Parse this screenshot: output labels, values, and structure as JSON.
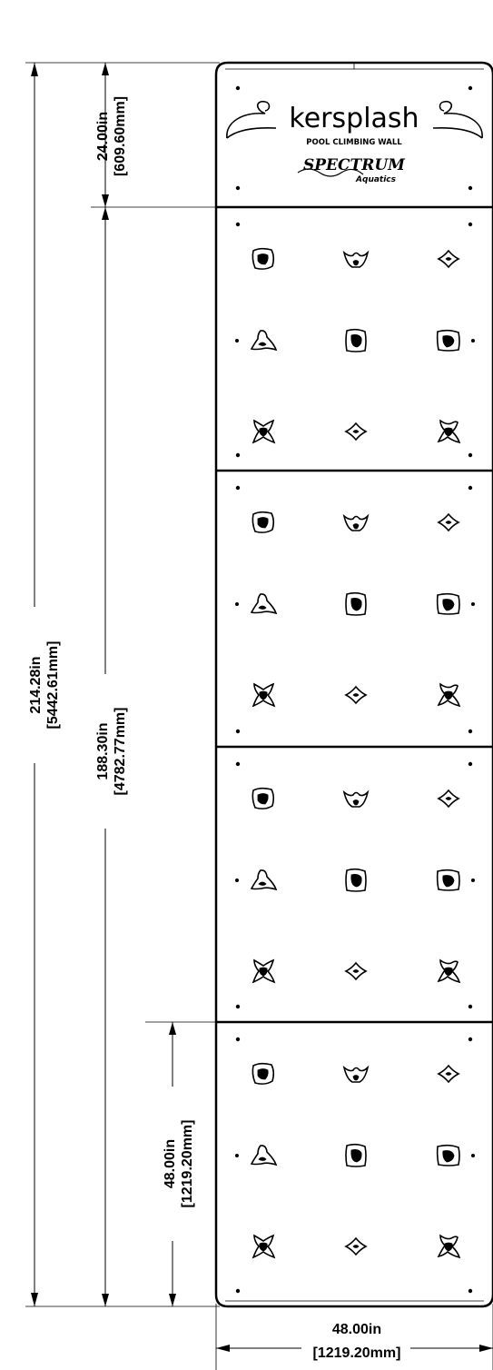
{
  "logo": {
    "brand_name": "kersplash",
    "product_line": "POOL CLIMBING WALL",
    "maker_name": "SPECTRUM",
    "maker_sub": "Aquatics"
  },
  "dimensions": {
    "overall_height": {
      "imperial": "214.28in",
      "metric": "[5442.61mm]"
    },
    "header_height": {
      "imperial": "24.00in",
      "metric": "[609.60mm]"
    },
    "panel_section_height": {
      "imperial": "188.30in",
      "metric": "[4782.77mm]"
    },
    "panel_height": {
      "imperial": "48.00in",
      "metric": "[1219.20mm]"
    },
    "overall_width": {
      "imperial": "48.00in",
      "metric": "[1219.20mm]"
    }
  },
  "panels": [
    {
      "id": "panel-1"
    },
    {
      "id": "panel-2"
    },
    {
      "id": "panel-3"
    },
    {
      "id": "panel-4"
    }
  ],
  "hold_grid": [
    [
      "hold-a",
      "hold-b",
      "hold-c"
    ],
    [
      "hold-d",
      "hold-e",
      "hold-f"
    ],
    [
      "hold-g",
      "hold-c",
      "hold-h"
    ]
  ],
  "colors": {
    "line": "#000000",
    "background": "#ffffff"
  }
}
